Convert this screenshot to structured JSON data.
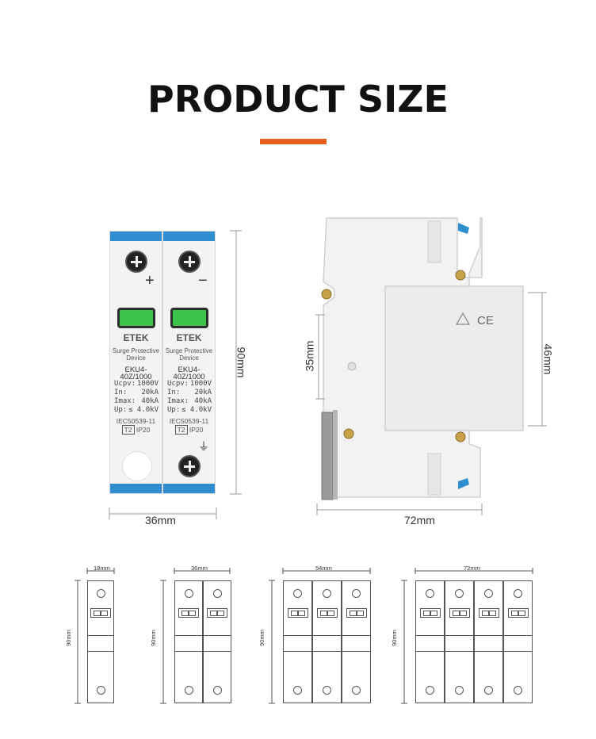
{
  "heading": {
    "title": "PRODUCT SIZE"
  },
  "front": {
    "width_label": "36mm",
    "height_label": "90mm",
    "plus_sign": "+",
    "minus_sign": "−",
    "ground_sign": "⏚",
    "modules": [
      {
        "brand": "ETEK",
        "name_line1": "Surge Protective",
        "name_line2": "Device",
        "model": "EKU4-40Z/1000",
        "specs": [
          {
            "k": "Ucpv:",
            "v": "1000V"
          },
          {
            "k": "In:",
            "v": "20kA"
          },
          {
            "k": "Imax:",
            "v": "40kA"
          },
          {
            "k": "Up:",
            "v": "≤ 4.0kV"
          }
        ],
        "standard": "IEC50539-11",
        "class_badge": "T2",
        "ip": "IP20"
      },
      {
        "brand": "ETEK",
        "name_line1": "Surge Protective",
        "name_line2": "Device",
        "model": "EKU4-40Z/1000",
        "specs": [
          {
            "k": "Ucpv:",
            "v": "1000V"
          },
          {
            "k": "In:",
            "v": "20kA"
          },
          {
            "k": "Imax:",
            "v": "40kA"
          },
          {
            "k": "Up:",
            "v": "≤ 4.0kV"
          }
        ],
        "standard": "IEC50539-11",
        "class_badge": "T2",
        "ip": "IP20"
      }
    ]
  },
  "side": {
    "depth_label": "72mm",
    "rail_label": "35mm",
    "front_height_label": "46mm",
    "ce_mark": "CE"
  },
  "variants": [
    {
      "width_label": "18mm",
      "height_label": "90mm",
      "poles": 1
    },
    {
      "width_label": "36mm",
      "height_label": "90mm",
      "poles": 2
    },
    {
      "width_label": "54mm",
      "height_label": "90mm",
      "poles": 3
    },
    {
      "width_label": "72mm",
      "height_label": "90mm",
      "poles": 4
    }
  ],
  "colors": {
    "accent": "#e8601c",
    "blue": "#2f8ed0",
    "window_green": "#3cc44a"
  }
}
